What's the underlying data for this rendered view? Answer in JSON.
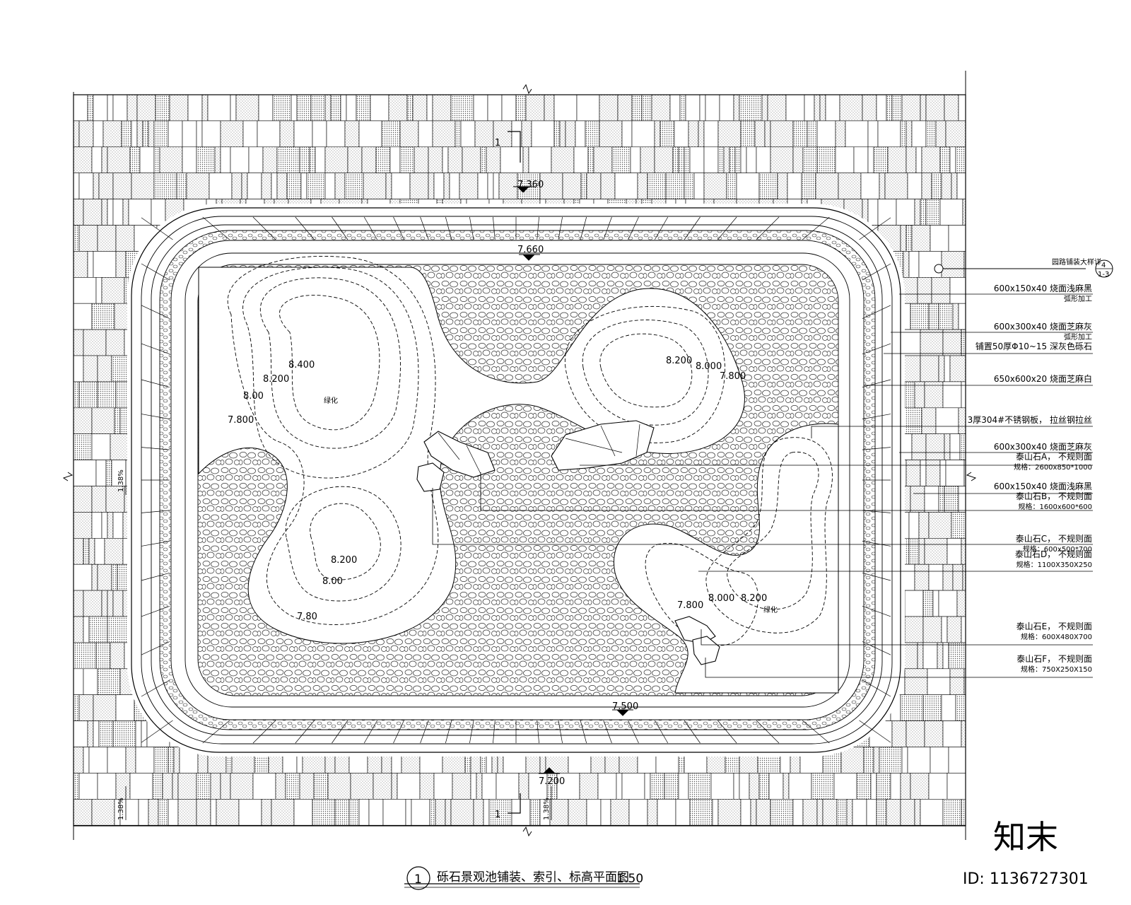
{
  "title": {
    "circle_number": "1",
    "text": "砾石景观池铺装、索引、标高平面图",
    "scale": "1:50"
  },
  "section_marks": [
    {
      "id": "top",
      "label": "1"
    },
    {
      "id": "bottom",
      "label": "1"
    }
  ],
  "elevations": {
    "top_outer": "7.360",
    "top_inner": "7.660",
    "bottom_inner": "7.500",
    "bottom_outer": "7.200"
  },
  "contours_left": [
    "8.400",
    "8.200",
    "8.00",
    "7.800"
  ],
  "contours_left_lower": [
    "8.200",
    "8.00",
    "7.80"
  ],
  "contours_right": [
    "8.200",
    "8.000",
    "7.800"
  ],
  "contours_lower_right": [
    "7.800",
    "8.000",
    "8.200"
  ],
  "zones": {
    "left_green": "绿化",
    "right_green": "绿化"
  },
  "slopes": {
    "left": "1.38%",
    "bottom_left": "1.38%",
    "bottom_mid": "1.38%"
  },
  "detail_callout": {
    "label": "园路铺装大样详",
    "number": "4",
    "sheet": "1-3"
  },
  "notes": [
    {
      "main": "600x150x40",
      "desc": "烧面浅麻黑",
      "sub": "弧形加工"
    },
    {
      "main": "600x300x40",
      "desc": "烧面芝麻灰",
      "sub": "弧形加工"
    },
    {
      "main": "铺置50厚Φ10~15",
      "desc": "深灰色砾石",
      "sub": ""
    },
    {
      "main": "650x600x20",
      "desc": "烧面芝麻白",
      "sub": ""
    },
    {
      "main": "3厚304#不锈钢板，",
      "desc": "拉丝钢拉丝",
      "sub": ""
    },
    {
      "main": "600x300x40",
      "desc": "烧面芝麻灰",
      "sub": ""
    },
    {
      "main": "泰山石A，",
      "desc": "不规则面",
      "sub": "规格：2600x850*1000"
    },
    {
      "main": "600x150x40",
      "desc": "烧面浅麻黑",
      "sub": ""
    },
    {
      "main": "泰山石B，",
      "desc": "不规则面",
      "sub": "规格：1600x600*600"
    },
    {
      "main": "泰山石C，",
      "desc": "不规则面",
      "sub": "规格：600x500*700"
    },
    {
      "main": "泰山石D，",
      "desc": "不规则面",
      "sub": "规格：1100X350X250"
    },
    {
      "main": "泰山石E，",
      "desc": "不规则面",
      "sub": "规格：600X480X700"
    },
    {
      "main": "泰山石F，",
      "desc": "不规则面",
      "sub": "规格：750X250X150"
    }
  ],
  "watermark": {
    "brand": "知末",
    "id": "ID: 1136727301"
  },
  "colors": {
    "line": "#000000",
    "paving_fill": "#d9d9d9",
    "paving_fill_dark": "#c4c4c4",
    "watermark": "#cfcfcf"
  }
}
